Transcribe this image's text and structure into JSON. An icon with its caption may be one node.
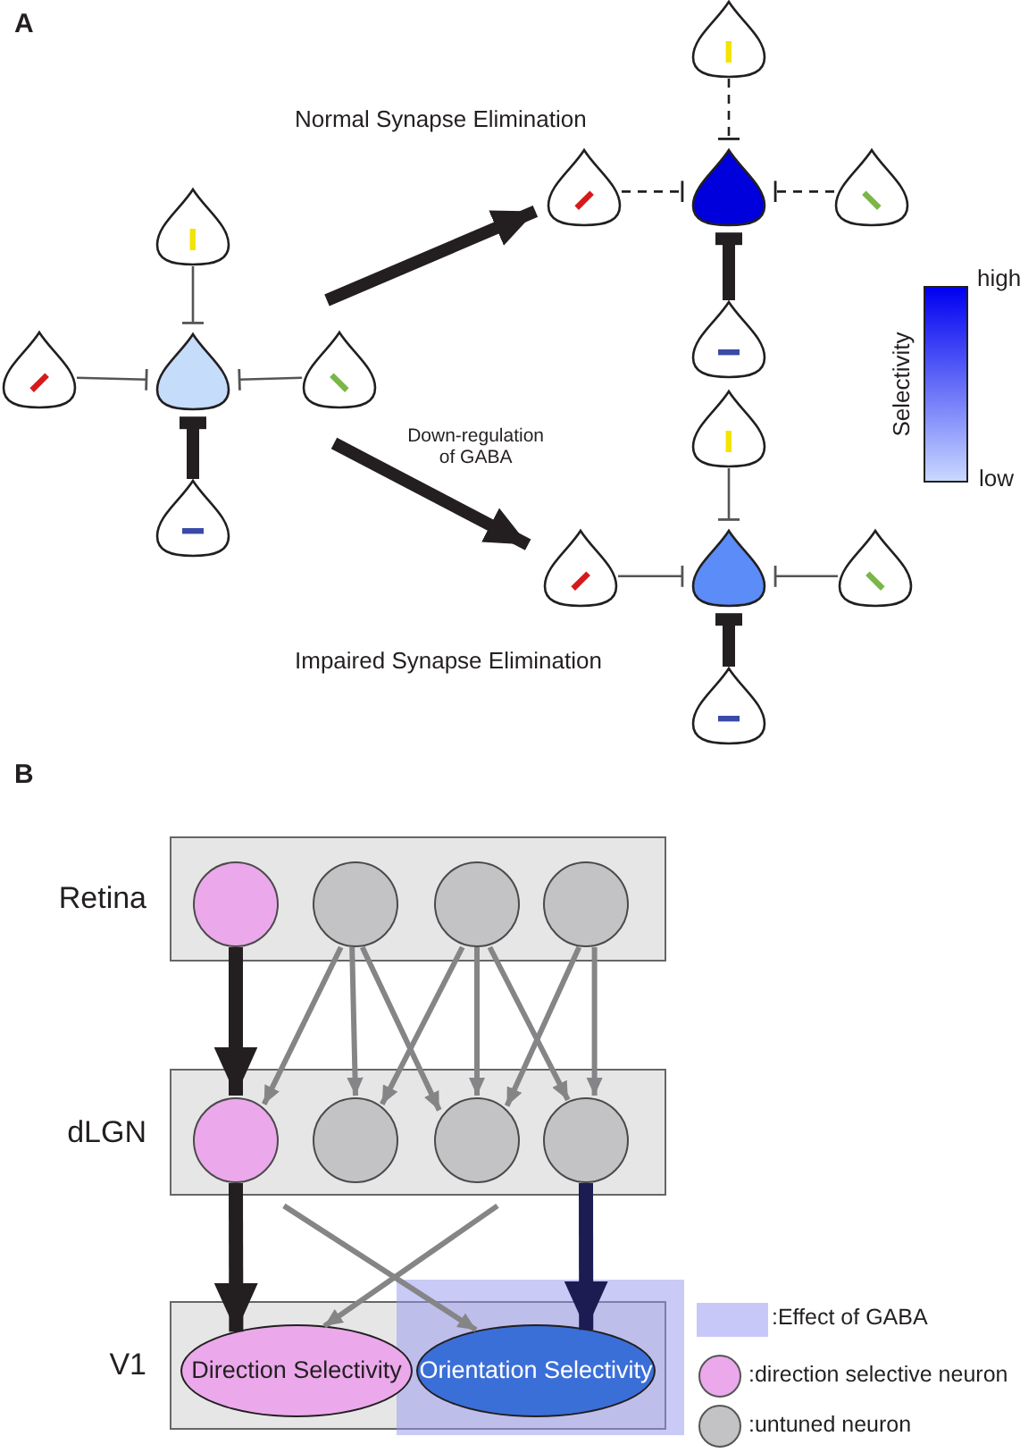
{
  "diagram": {
    "nodes": [
      {
        "text": [],
        "shape": "triangle"
      },
      {
        "text": [],
        "shape": "triangle"
      },
      {
        "text": [],
        "shape": "triangle"
      },
      {
        "text": [],
        "shape": "triangle"
      },
      {
        "text": [],
        "shape": "triangle"
      },
      {
        "text": [],
        "shape": "triangle"
      },
      {
        "text": [],
        "shape": "triangle"
      },
      {
        "text": [],
        "shape": "triangle"
      },
      {
        "text": [],
        "shape": "triangle"
      },
      {
        "text": [],
        "shape": "triangle"
      },
      {
        "text": [],
        "shape": "triangle"
      },
      {
        "text": [],
        "shape": "triangle"
      },
      {
        "text": [],
        "shape": "triangle"
      },
      {
        "text": [],
        "shape": "triangle"
      },
      {
        "text": [],
        "shape": "triangle"
      },
      {
        "text": [
          "Retina"
        ]
      },
      {
        "text": [],
        "shape": "circle",
        "in": 15
      },
      {
        "text": [],
        "shape": "circle",
        "in": 15
      },
      {
        "text": [],
        "shape": "circle",
        "in": 15
      },
      {
        "text": [],
        "shape": "circle",
        "in": 15
      },
      {
        "text": [
          "dLGN"
        ]
      },
      {
        "text": [],
        "shape": "circle",
        "in": 20
      },
      {
        "text": [],
        "shape": "circle",
        "in": 20
      },
      {
        "text": [],
        "shape": "circle",
        "in": 20
      },
      {
        "text": [],
        "shape": "circle",
        "in": 20
      },
      {
        "text": [
          "V1"
        ]
      },
      {
        "text": [
          "Direction Selectivity"
        ],
        "in": 25
      },
      {
        "text": [
          "Orientation Selectivity"
        ],
        "in": 25
      }
    ],
    "edges": [
      {
        "from": 0,
        "to": 2,
        "arrow": "other",
        "color": "#555555"
      },
      {
        "from": 1,
        "to": 2,
        "arrow": "other",
        "color": "#555555"
      },
      {
        "from": 3,
        "to": 2,
        "arrow": "other",
        "color": "#555555"
      },
      {
        "from": 4,
        "to": 2,
        "arrow": "other",
        "style": "thick",
        "color": "#231f20"
      },
      {
        "from": null,
        "to": 6,
        "arrow": "to",
        "style": "thick",
        "color": "#231f20"
      },
      {
        "from": null,
        "to": 11,
        "arrow": "to",
        "style": "thick",
        "color": "#231f20",
        "label": "Down-regulation of GABA"
      },
      {
        "from": 5,
        "to": 7,
        "arrow": "other",
        "style": "dashed",
        "color": "#231f20"
      },
      {
        "from": 6,
        "to": 7,
        "arrow": "other",
        "style": "dashed",
        "color": "#231f20"
      },
      {
        "from": 8,
        "to": 7,
        "arrow": "other",
        "style": "dashed",
        "color": "#231f20"
      },
      {
        "from": 9,
        "to": 7,
        "arrow": "other",
        "style": "thick",
        "color": "#231f20"
      },
      {
        "from": 10,
        "to": 12,
        "arrow": "other",
        "color": "#555555"
      },
      {
        "from": 11,
        "to": 12,
        "arrow": "other",
        "color": "#555555"
      },
      {
        "from": 13,
        "to": 12,
        "arrow": "other",
        "color": "#555555"
      },
      {
        "from": 14,
        "to": 12,
        "arrow": "other",
        "style": "thick",
        "color": "#231f20"
      },
      {
        "from": 16,
        "to": 21,
        "arrow": "to",
        "style": "thick",
        "color": "#231f20"
      },
      {
        "from": 17,
        "to": 21,
        "arrow": "to",
        "color": "#858587"
      },
      {
        "from": 17,
        "to": 22,
        "arrow": "to",
        "color": "#858587"
      },
      {
        "from": 17,
        "to": 23,
        "arrow": "to",
        "color": "#858587"
      },
      {
        "from": 18,
        "to": 22,
        "arrow": "to",
        "color": "#858587"
      },
      {
        "from": 18,
        "to": 23,
        "arrow": "to",
        "color": "#858587"
      },
      {
        "from": 18,
        "to": 24,
        "arrow": "to",
        "color": "#858587"
      },
      {
        "from": 19,
        "to": 23,
        "arrow": "to",
        "color": "#858587"
      },
      {
        "from": 19,
        "to": 24,
        "arrow": "to",
        "color": "#858587"
      },
      {
        "from": 21,
        "to": 26,
        "arrow": "to",
        "style": "thick",
        "color": "#231f20"
      },
      {
        "from": 20,
        "to": 27,
        "arrow": "to",
        "color": "#858587"
      },
      {
        "from": 20,
        "to": 26,
        "arrow": "to",
        "color": "#858587"
      },
      {
        "from": 24,
        "to": 27,
        "arrow": "to",
        "style": "thick",
        "color": "#1c1c52"
      }
    ],
    "labels": [
      "A",
      "Normal Synapse Elimination",
      "high",
      "Selectivity",
      "low",
      "Impaired Synapse Elimination",
      "B"
    ],
    "legend": [
      {
        "text": ":Effect of GABA",
        "color": "#c8c8f8"
      },
      {
        "text": ":direction selective neuron",
        "color": "#eba9eb"
      },
      {
        "text": ":untuned neuron",
        "color": "#c3c3c5"
      }
    ]
  }
}
